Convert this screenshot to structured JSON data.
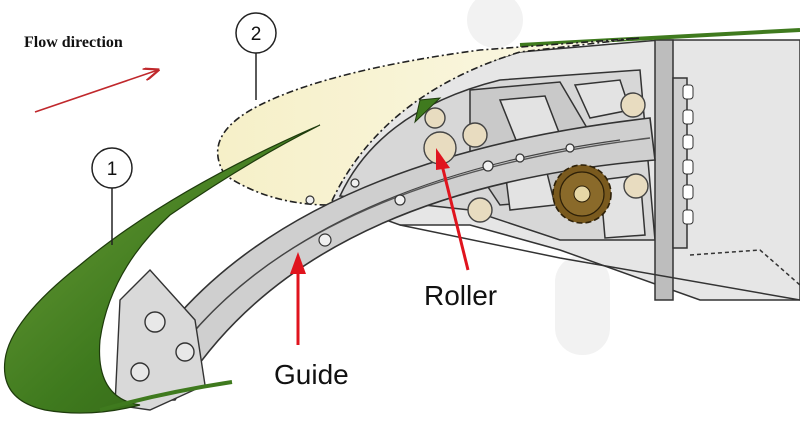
{
  "flow_label": "Flow direction",
  "callouts": [
    {
      "number": "1"
    },
    {
      "number": "2"
    }
  ],
  "labels": {
    "roller": "Roller",
    "guide": "Guide"
  },
  "colors": {
    "slat_green": "#3f7a1e",
    "slat_green_light": "#6fa03a",
    "extended_slat_fill": "#f6f0c8",
    "arrow_red": "#e0141e",
    "flow_arrow": "#c0282c",
    "structure_gray": "#d4d4d4",
    "outline": "#333333",
    "roller_fill": "#e8dcc0",
    "gear_fill": "#7a5a1e"
  }
}
